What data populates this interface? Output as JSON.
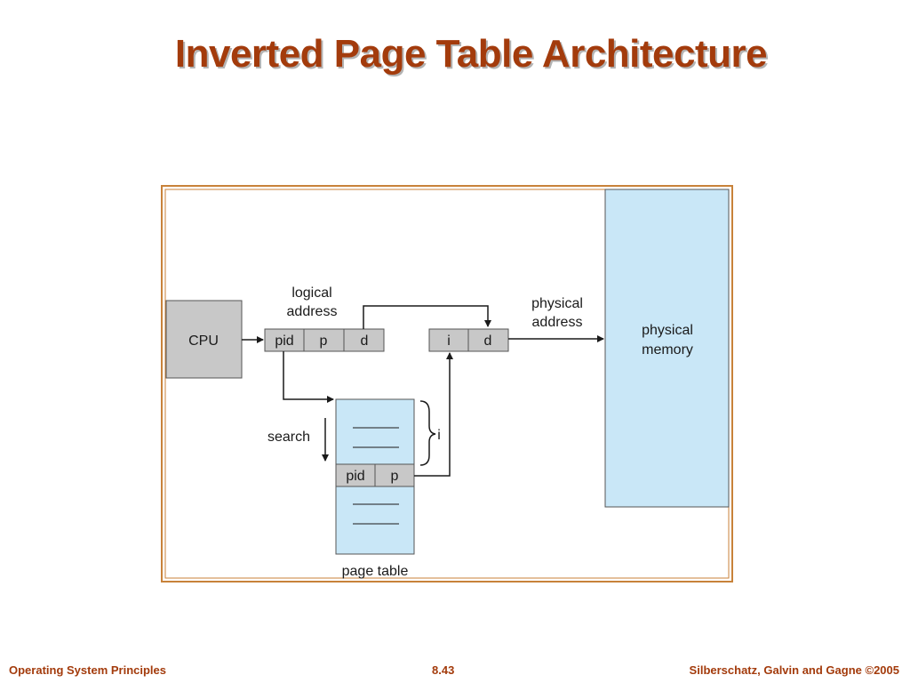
{
  "title": "Inverted Page Table Architecture",
  "diagram": {
    "cpu_label": "CPU",
    "logical_address_label": [
      "logical",
      "address"
    ],
    "logical_address_fields": [
      "pid",
      "p",
      "d"
    ],
    "physical_address_label": [
      "physical",
      "address"
    ],
    "physical_address_fields": [
      "i",
      "d"
    ],
    "physical_memory_label": [
      "physical",
      "memory"
    ],
    "search_label": "search",
    "index_label": "i",
    "page_table_entry_fields": [
      "pid",
      "p"
    ],
    "page_table_label": "page table"
  },
  "colors": {
    "title": "#a33b0c",
    "frame": "#c8823a",
    "gray_box": "#c8c8c8",
    "blue_box": "#c9e7f7"
  },
  "footer": {
    "left": "Operating System Principles",
    "center": "8.43",
    "right": "Silberschatz, Galvin and Gagne ©2005"
  }
}
